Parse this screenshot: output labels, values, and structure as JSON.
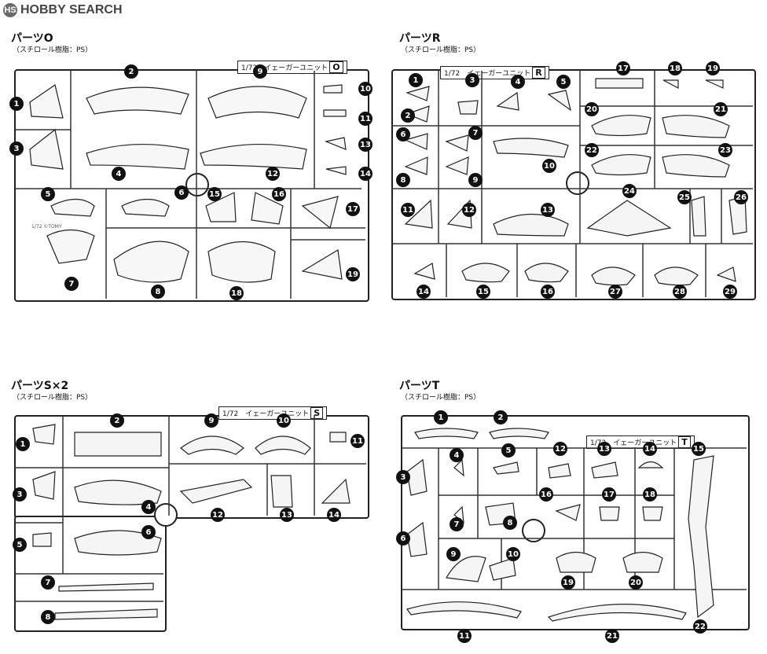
{
  "logo": {
    "text": "HOBBY SEARCH",
    "mark": "HS"
  },
  "sheets": {
    "o": {
      "title": "パーツO",
      "sub": "（スチロール樹脂：PS）",
      "tag_scale": "1/72",
      "tag_name": "イェーガーユニット",
      "tag_letter": "O",
      "nums": [
        "1",
        "2",
        "3",
        "4",
        "5",
        "6",
        "7",
        "8",
        "9",
        "10",
        "11",
        "12",
        "13",
        "14",
        "15",
        "16",
        "17",
        "18",
        "19"
      ]
    },
    "r": {
      "title": "パーツR",
      "sub": "（スチロール樹脂：PS）",
      "tag_scale": "1/72",
      "tag_name": "イェーガーユニット",
      "tag_letter": "R",
      "nums": [
        "1",
        "2",
        "3",
        "4",
        "5",
        "6",
        "7",
        "8",
        "9",
        "10",
        "11",
        "12",
        "13",
        "14",
        "15",
        "16",
        "17",
        "18",
        "19",
        "20",
        "21",
        "22",
        "23",
        "24",
        "25",
        "26",
        "27",
        "28",
        "29"
      ]
    },
    "s": {
      "title": "パーツS×2",
      "sub": "（スチロール樹脂：PS）",
      "tag_scale": "1/72",
      "tag_name": "イェーガーユニット",
      "tag_letter": "S",
      "nums": [
        "1",
        "2",
        "3",
        "4",
        "5",
        "6",
        "7",
        "8",
        "9",
        "10",
        "11",
        "12",
        "13",
        "14"
      ]
    },
    "t": {
      "title": "パーツT",
      "sub": "（スチロール樹脂：PS）",
      "tag_scale": "1/72",
      "tag_name": "イェーガーユニット",
      "tag_letter": "T",
      "nums": [
        "1",
        "2",
        "3",
        "4",
        "5",
        "6",
        "7",
        "8",
        "9",
        "10",
        "11",
        "12",
        "13",
        "14",
        "15",
        "16",
        "17",
        "18",
        "19",
        "20",
        "21",
        "22"
      ]
    }
  },
  "icons": {
    "runner_gate": "circle-gate-icon",
    "part_outline": "plastic-part-icon"
  }
}
